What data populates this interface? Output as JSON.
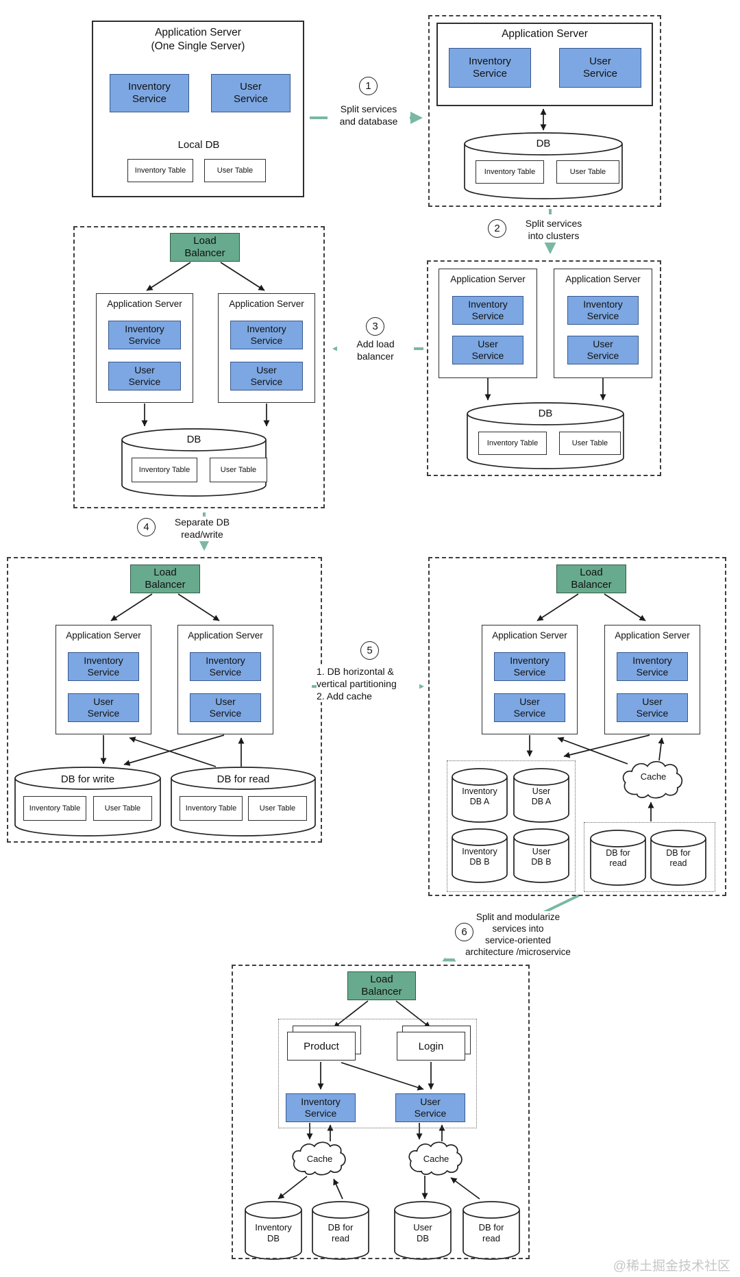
{
  "watermark": "@稀土掘金技术社区",
  "palette": {
    "service_fill": "#7da7e2",
    "load_balancer_fill": "#68aa8d",
    "step_arrow_green": "#7ab8a2",
    "line_black": "#1a1a1a"
  },
  "labels": {
    "app_server": "Application Server",
    "app_server_single": "Application Server\n(One Single Server)",
    "inventory_service": "Inventory\nService",
    "user_service": "User\nService",
    "load_balancer": "Load\nBalancer",
    "local_db": "Local DB",
    "db": "DB",
    "inventory_table": "Inventory Table",
    "user_table": "User Table",
    "db_for_write": "DB for write",
    "db_for_read": "DB for read",
    "db_for_read_2l": "DB for\nread",
    "inventory_db_a": "Inventory\nDB A",
    "user_db_a": "User\nDB A",
    "inventory_db_b": "Inventory\nDB B",
    "user_db_b": "User\nDB B",
    "inventory_db": "Inventory\nDB",
    "user_db": "User\nDB",
    "cache": "Cache",
    "product": "Product",
    "login": "Login"
  },
  "steps": {
    "step1": {
      "num": "1",
      "text": "Split services\nand database"
    },
    "step2": {
      "num": "2",
      "text": "Split services\ninto clusters"
    },
    "step3": {
      "num": "3",
      "text": "Add load\nbalancer"
    },
    "step4": {
      "num": "4",
      "text": "Separate DB\nread/write"
    },
    "step5": {
      "num": "5",
      "text": "1. DB horizontal &\nvertical partitioning\n2. Add cache"
    },
    "step6": {
      "num": "6",
      "text": "Split and modularize\nservices into\nservice-oriented\narchitecture /microservice"
    }
  }
}
